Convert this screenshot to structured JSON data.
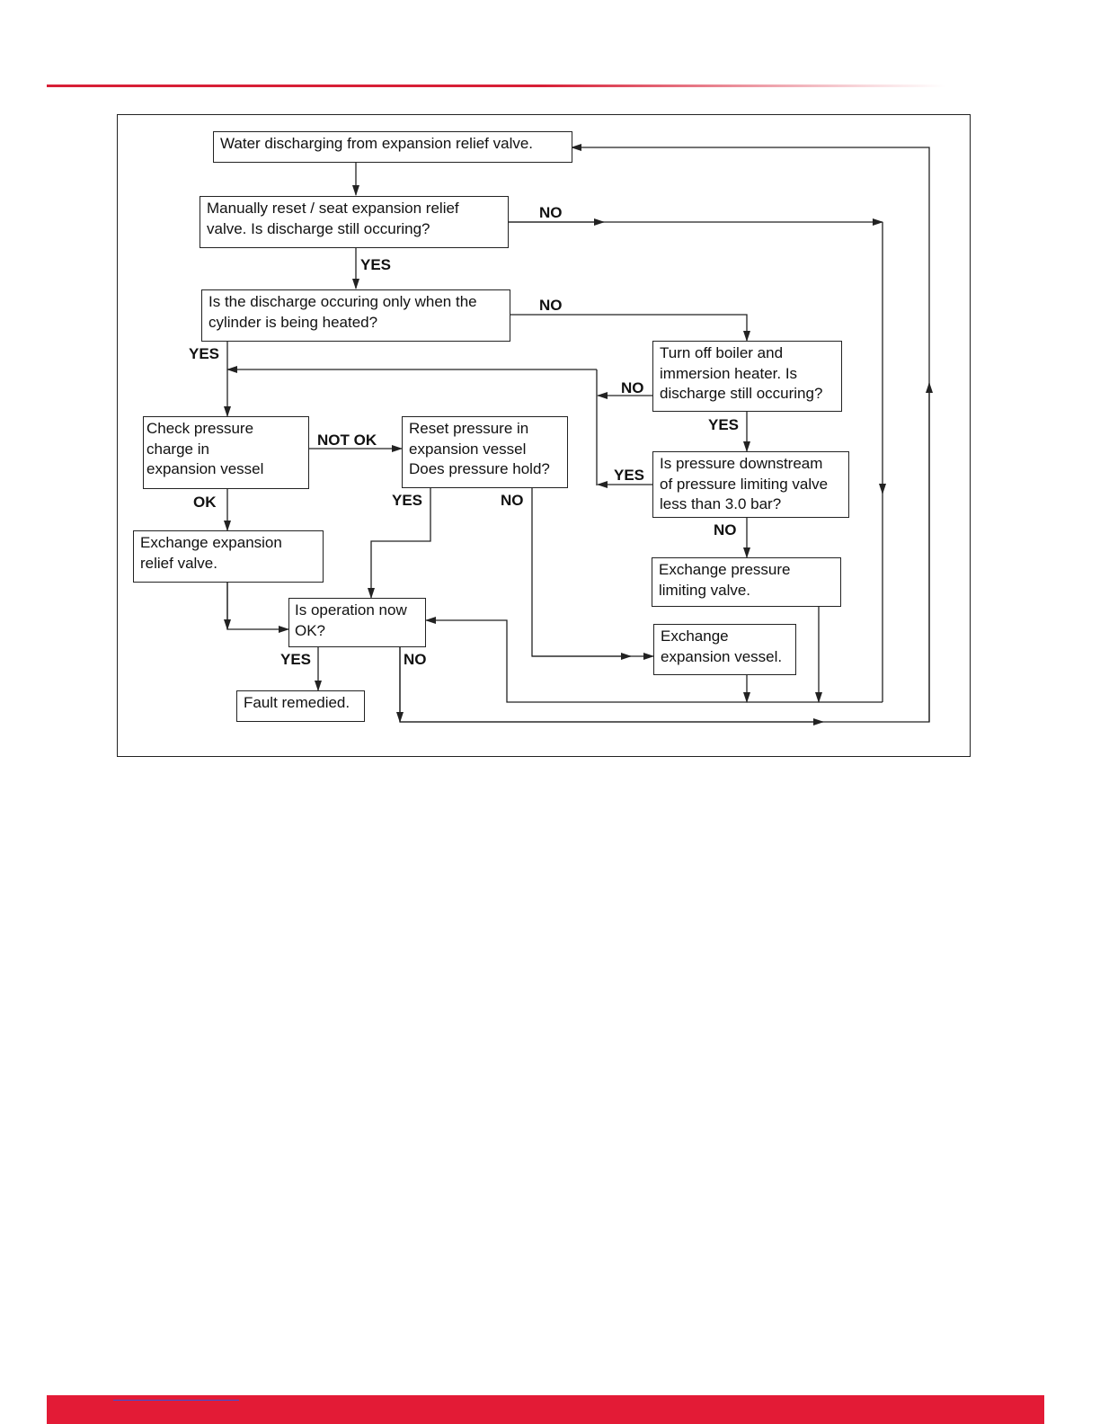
{
  "flowchart": {
    "nodes": {
      "start": "Water discharging from expansion relief valve.",
      "reset_valve": "Manually reset / seat expansion relief\nvalve.  Is discharge still occuring?",
      "discharge_heated": "Is the discharge occuring only when the\ncylinder is being heated?",
      "turn_off_boiler": "Turn off boiler and\nimmersion heater. Is\ndischarge still occuring?",
      "check_pressure": "Check pressure\ncharge in\nexpansion vessel",
      "reset_pressure": "Reset pressure in\nexpansion vessel\nDoes pressure hold?",
      "pressure_downstream": "Is pressure downstream\nof pressure limiting valve\nless than 3.0 bar?",
      "exchange_relief": "Exchange expansion\nrelief valve.",
      "exchange_plv": "Exchange pressure\nlimiting valve.",
      "operation_ok": "Is operation now\nOK?",
      "exchange_vessel": "Exchange\nexpansion vessel.",
      "fault_remedied": "Fault remedied."
    },
    "labels": {
      "no_1": "NO",
      "yes_1": "YES",
      "no_2": "NO",
      "yes_2": "YES",
      "no_3": "NO",
      "yes_3": "YES",
      "not_ok": "NOT OK",
      "ok": "OK",
      "yes_4": "YES",
      "no_4": "NO",
      "yes_5": "YES",
      "no_5": "NO",
      "yes_6": "YES",
      "no_6": "NO"
    }
  },
  "colors": {
    "accent": "#e31b36",
    "line": "#222222"
  }
}
